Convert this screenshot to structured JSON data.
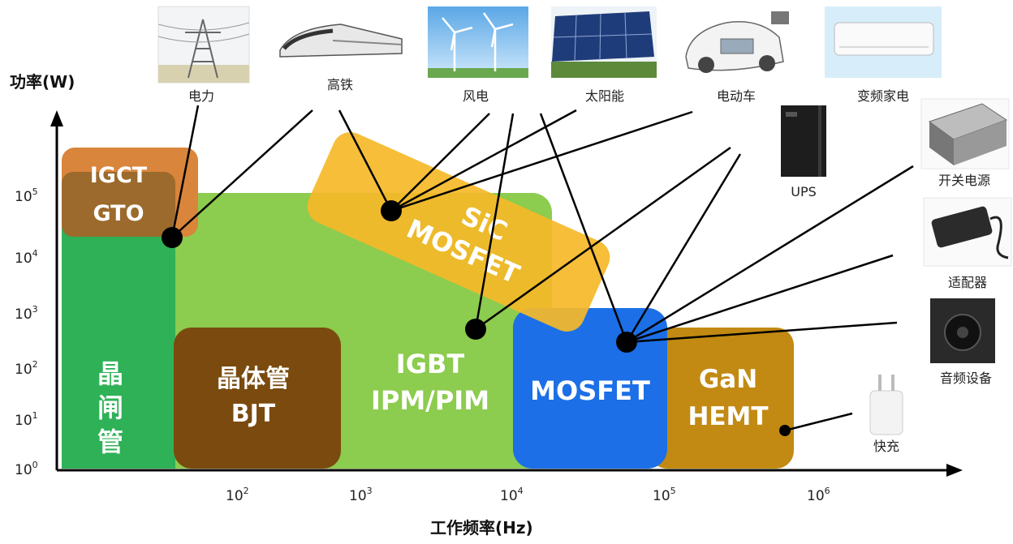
{
  "axes": {
    "y_title": "功率(W)",
    "x_title": "工作频率(Hz)",
    "y_ticks": [
      {
        "base": "10",
        "exp": "0"
      },
      {
        "base": "10",
        "exp": "1"
      },
      {
        "base": "10",
        "exp": "2"
      },
      {
        "base": "10",
        "exp": "3"
      },
      {
        "base": "10",
        "exp": "4"
      },
      {
        "base": "10",
        "exp": "5"
      }
    ],
    "x_ticks": [
      {
        "base": "10",
        "exp": "2"
      },
      {
        "base": "10",
        "exp": "3"
      },
      {
        "base": "10",
        "exp": "4"
      },
      {
        "base": "10",
        "exp": "5"
      },
      {
        "base": "10",
        "exp": "6"
      }
    ]
  },
  "regions": {
    "thyristor": [
      "晶",
      "闸",
      "管"
    ],
    "igct_gto": [
      "IGCT",
      "GTO"
    ],
    "bjt": [
      "晶体管",
      "BJT"
    ],
    "igbt": [
      "IGBT",
      "IPM/PIM"
    ],
    "sic": [
      "SiC",
      "MOSFET"
    ],
    "mosfet": [
      "MOSFET"
    ],
    "gan": [
      "GaN",
      "HEMT"
    ]
  },
  "applications": {
    "top": [
      "电力",
      "高铁",
      "风电",
      "太阳能",
      "电动车",
      "变频家电"
    ],
    "right": [
      "UPS",
      "开关电源",
      "适配器",
      "音频设备",
      "快充"
    ]
  },
  "colors": {
    "thyristor": "#2fb157",
    "igbt": "#8ccc4e",
    "igct": "#d9853b",
    "gto": "#9b6a2c",
    "bjt": "#7a4a0e",
    "sic": "#f5b828",
    "mosfet": "#1c6fe6",
    "gan": "#c28a12"
  }
}
